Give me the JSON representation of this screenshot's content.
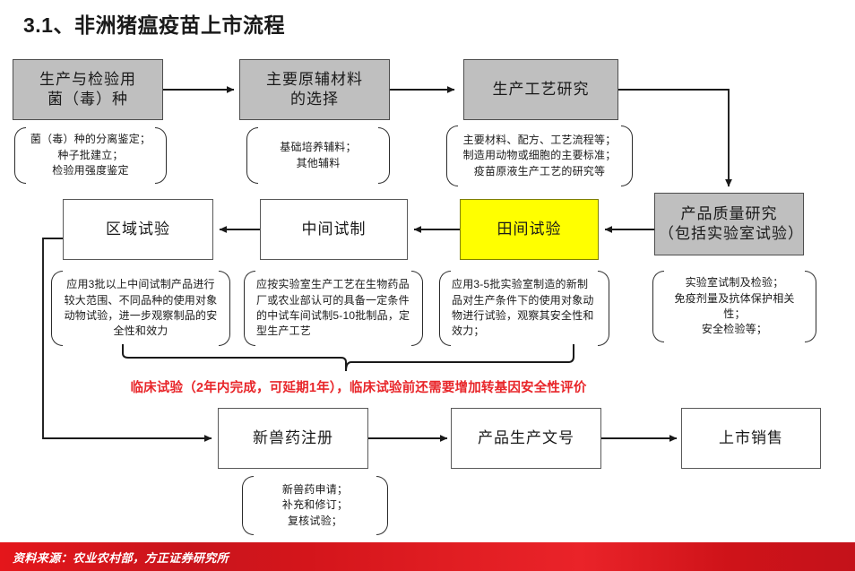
{
  "slide": {
    "title": "3.1、非洲猪瘟疫苗上市流程",
    "background_color": "#ffffff"
  },
  "colors": {
    "node_gray_fill": "#bfbfbf",
    "node_white_fill": "#ffffff",
    "node_highlight_fill": "#ffff00",
    "node_border": "#595959",
    "connector": "#1a1a1a",
    "clinical_text": "#e8262a",
    "footer_bar": "#d4151b",
    "footer_text": "#ffffff"
  },
  "nodes": [
    {
      "id": "strain",
      "label": "生产与检验用\n菌（毒）种",
      "style": "gray"
    },
    {
      "id": "materials",
      "label": "主要原辅材料\n的选择",
      "style": "gray"
    },
    {
      "id": "process",
      "label": "生产工艺研究",
      "style": "gray"
    },
    {
      "id": "quality",
      "label": "产品质量研究\n（包括实验室试验）",
      "style": "gray"
    },
    {
      "id": "field-trial",
      "label": "田间试验",
      "style": "yellow"
    },
    {
      "id": "pilot",
      "label": "中间试制",
      "style": "white"
    },
    {
      "id": "regional",
      "label": "区域试验",
      "style": "white"
    },
    {
      "id": "registration",
      "label": "新兽药注册",
      "style": "white"
    },
    {
      "id": "production-no",
      "label": "产品生产文号",
      "style": "white"
    },
    {
      "id": "market",
      "label": "上市销售",
      "style": "white"
    }
  ],
  "notes": [
    {
      "id": "strain-note",
      "text": "菌（毒）种的分离鉴定；\n种子批建立；\n检验用强度鉴定",
      "align": "center"
    },
    {
      "id": "materials-note",
      "text": "基础培养辅料；\n其他辅料",
      "align": "center"
    },
    {
      "id": "process-note",
      "text": "主要材料、配方、工艺流程等；\n制造用动物或细胞的主要标准；\n疫苗原液生产工艺的研究等",
      "align": "center"
    },
    {
      "id": "quality-note",
      "text": "实验室试制及检验；\n免疫剂量及抗体保护相关性；\n安全检验等；",
      "align": "center"
    },
    {
      "id": "field-trial-note",
      "text": "应用3-5批实验室制造的新制品对生产条件下的使用对象动物进行试验，观察其安全性和效力；",
      "align": "left"
    },
    {
      "id": "pilot-note",
      "text": "应按实验室生产工艺在生物药品厂或农业部认可的具备一定条件的中试车间试制5-10批制品，定型生产工艺",
      "align": "left"
    },
    {
      "id": "regional-note",
      "text": "应用3批以上中间试制产品进行较大范围、不同品种的使用对象动物试验，进一步观察制品的安全性和效力",
      "align": "center"
    },
    {
      "id": "registration-note",
      "text": "新兽药申请；\n补充和修订；\n复核试验；",
      "align": "center"
    }
  ],
  "clinical": {
    "text": "临床试验（2年内完成，可延期1年），临床试验前还需要增加转基因安全性评价"
  },
  "footer": {
    "source": "资料来源：农业农村部，方正证券研究所"
  }
}
